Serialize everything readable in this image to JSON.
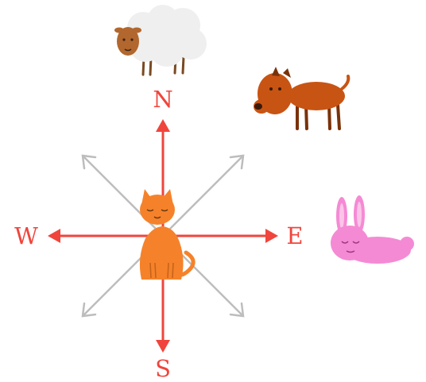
{
  "compass": {
    "north_label": "N",
    "south_label": "S",
    "east_label": "E",
    "west_label": "W"
  },
  "colors": {
    "cardinal_arrow": "#f0453c",
    "diagonal_arrow": "#bdbdbd",
    "cat": "#f5822a",
    "sheep_wool": "#eeeeee",
    "sheep_face": "#b2672e",
    "dog": "#c85413",
    "rabbit": "#f58ad4"
  },
  "animals": [
    "sheep",
    "dog",
    "rabbit",
    "cat"
  ]
}
